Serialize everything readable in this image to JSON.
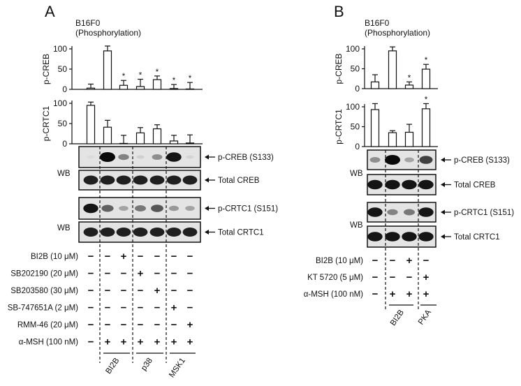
{
  "panels": [
    {
      "letter": "A",
      "title_line1": "B16F0",
      "title_line2": "(Phosphorylation)",
      "wb_label": "WB",
      "blots": [
        {
          "label": "p-CREB (S133)",
          "intensity": [
            0.05,
            1.0,
            0.45,
            0.1,
            0.4,
            0.95,
            0.08
          ]
        },
        {
          "label": "Total CREB",
          "intensity": [
            0.9,
            0.9,
            0.9,
            0.9,
            0.9,
            0.9,
            0.9
          ]
        },
        {
          "label": "p-CRTC1  (S151)",
          "intensity": [
            0.95,
            0.6,
            0.3,
            0.5,
            0.65,
            0.35,
            0.3
          ]
        },
        {
          "label": "Total CRTC1",
          "intensity": [
            0.9,
            0.9,
            0.9,
            0.9,
            0.9,
            0.9,
            0.9
          ]
        }
      ],
      "treatments": [
        {
          "label": "BI2B (10 μM)",
          "values": [
            "−",
            "−",
            "+",
            "−",
            "−",
            "−",
            "−"
          ]
        },
        {
          "label": "SB202190 (20 μM)",
          "values": [
            "−",
            "−",
            "−",
            "+",
            "−",
            "−",
            "−"
          ]
        },
        {
          "label": "SB203580 (30 μM)",
          "values": [
            "−",
            "−",
            "−",
            "−",
            "+",
            "−",
            "−"
          ]
        },
        {
          "label": "SB-747651A (2 μM)",
          "values": [
            "−",
            "−",
            "−",
            "−",
            "−",
            "+",
            "−"
          ]
        },
        {
          "label": "RMM-46 (20 μM)",
          "values": [
            "−",
            "−",
            "−",
            "−",
            "−",
            "−",
            "+"
          ]
        },
        {
          "label": "α-MSH (100 nM)",
          "values": [
            "−",
            "+",
            "+",
            "+",
            "+",
            "+",
            "+"
          ]
        }
      ],
      "groups": [
        "BI2B",
        "p38",
        "MSK1"
      ]
    },
    {
      "letter": "B",
      "title_line1": "B16F0",
      "title_line2": "(Phosphorylation)",
      "wb_label": "WB",
      "blots": [
        {
          "label": "p-CREB (S133)",
          "intensity": [
            0.4,
            1.0,
            0.3,
            0.75
          ]
        },
        {
          "label": "Total CREB",
          "intensity": [
            0.95,
            0.95,
            0.95,
            0.95
          ]
        },
        {
          "label": "p-CRTC1  (S151)",
          "intensity": [
            0.95,
            0.45,
            0.5,
            0.95
          ]
        },
        {
          "label": "Total CRTC1",
          "intensity": [
            0.95,
            0.95,
            0.95,
            0.95
          ]
        }
      ],
      "treatments": [
        {
          "label": "BI2B (10 μM)",
          "values": [
            "−",
            "−",
            "+",
            "−"
          ]
        },
        {
          "label": "KT 5720 (5 μM)",
          "values": [
            "−",
            "−",
            "−",
            "+"
          ]
        },
        {
          "label": "α-MSH (100 nM)",
          "values": [
            "−",
            "+",
            "+",
            "+"
          ]
        }
      ],
      "groups": [
        "BI2B",
        "PKA"
      ]
    }
  ],
  "chart_data": [
    {
      "type": "bar",
      "panel": "A",
      "ylabel": "p-CREB",
      "ylim": [
        0,
        100
      ],
      "yticks": [
        "0",
        "50",
        "100"
      ],
      "values": [
        3,
        95,
        10,
        7,
        24,
        2,
        1
      ],
      "errors": [
        10,
        12,
        12,
        18,
        9,
        10,
        16
      ],
      "significant": [
        false,
        false,
        true,
        true,
        true,
        true,
        true
      ],
      "sig_marker": "*"
    },
    {
      "type": "bar",
      "panel": "A",
      "ylabel": "p-CRTC1",
      "ylim": [
        0,
        100
      ],
      "yticks": [
        "0",
        "50",
        "100"
      ],
      "values": [
        95,
        41,
        1,
        27,
        37,
        7,
        2
      ],
      "errors": [
        8,
        17,
        20,
        13,
        10,
        14,
        20
      ],
      "significant": [
        false,
        false,
        false,
        false,
        false,
        false,
        false
      ],
      "sig_marker": "*"
    },
    {
      "type": "bar",
      "panel": "B",
      "ylabel": "p-CREB",
      "ylim": [
        0,
        100
      ],
      "yticks": [
        "0",
        "50",
        "100"
      ],
      "values": [
        17,
        95,
        9,
        49
      ],
      "errors": [
        18,
        10,
        8,
        12
      ],
      "significant": [
        false,
        false,
        true,
        true
      ],
      "sig_marker": "*"
    },
    {
      "type": "bar",
      "panel": "B",
      "ylabel": "p-CRTC1",
      "ylim": [
        0,
        100
      ],
      "yticks": [
        "0",
        "50",
        "100"
      ],
      "values": [
        93,
        35,
        36,
        95
      ],
      "errors": [
        15,
        5,
        20,
        13
      ],
      "significant": [
        false,
        false,
        false,
        true
      ],
      "sig_marker": "*"
    }
  ]
}
